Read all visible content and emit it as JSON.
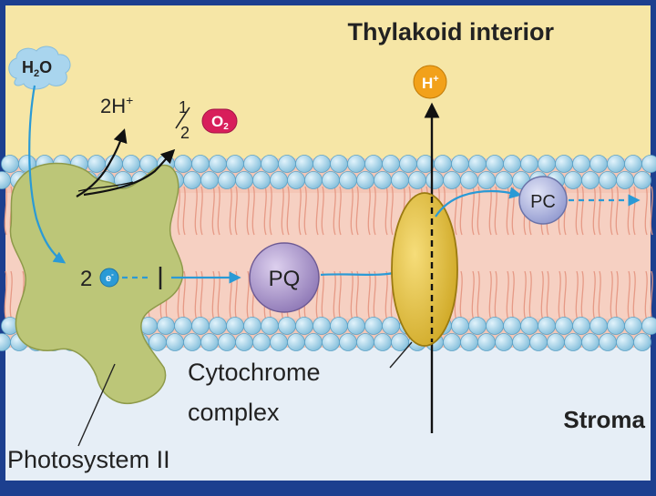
{
  "labels": {
    "region_top": "Thylakoid interior",
    "region_bottom": "Stroma",
    "water_h": "H",
    "water_2": "2",
    "water_o": "O",
    "protons_2": "2H",
    "protons_plus": "+",
    "half_num": "1",
    "half_den": "2",
    "oxygen_o": "O",
    "oxygen_2": "2",
    "electron_count": "2",
    "electron_symbol": "e",
    "electron_sup": "-",
    "pq": "PQ",
    "pc": "PC",
    "proton_out_h": "H",
    "proton_out_plus": "+",
    "cytochrome_line1": "Cytochrome",
    "cytochrome_line2": "complex",
    "photosystem": "Photosystem II"
  },
  "colors": {
    "frame": "#1c3f8f",
    "interior": "#f6e6a6",
    "stroma": "#e6eef6",
    "membrane_core": "#f6c8b8",
    "lipid_head": "#9ecfe6",
    "photosystem": "#bcc678",
    "pq_ball": "#a793c7",
    "pc_ball": "#b0b7e3",
    "cytochrome": "#e6c02a",
    "arrow_blue": "#2a9ad6",
    "oxygen_badge": "#d81e5b",
    "proton_badge": "#f2a11a",
    "water_cloud": "#a9d5ee"
  }
}
